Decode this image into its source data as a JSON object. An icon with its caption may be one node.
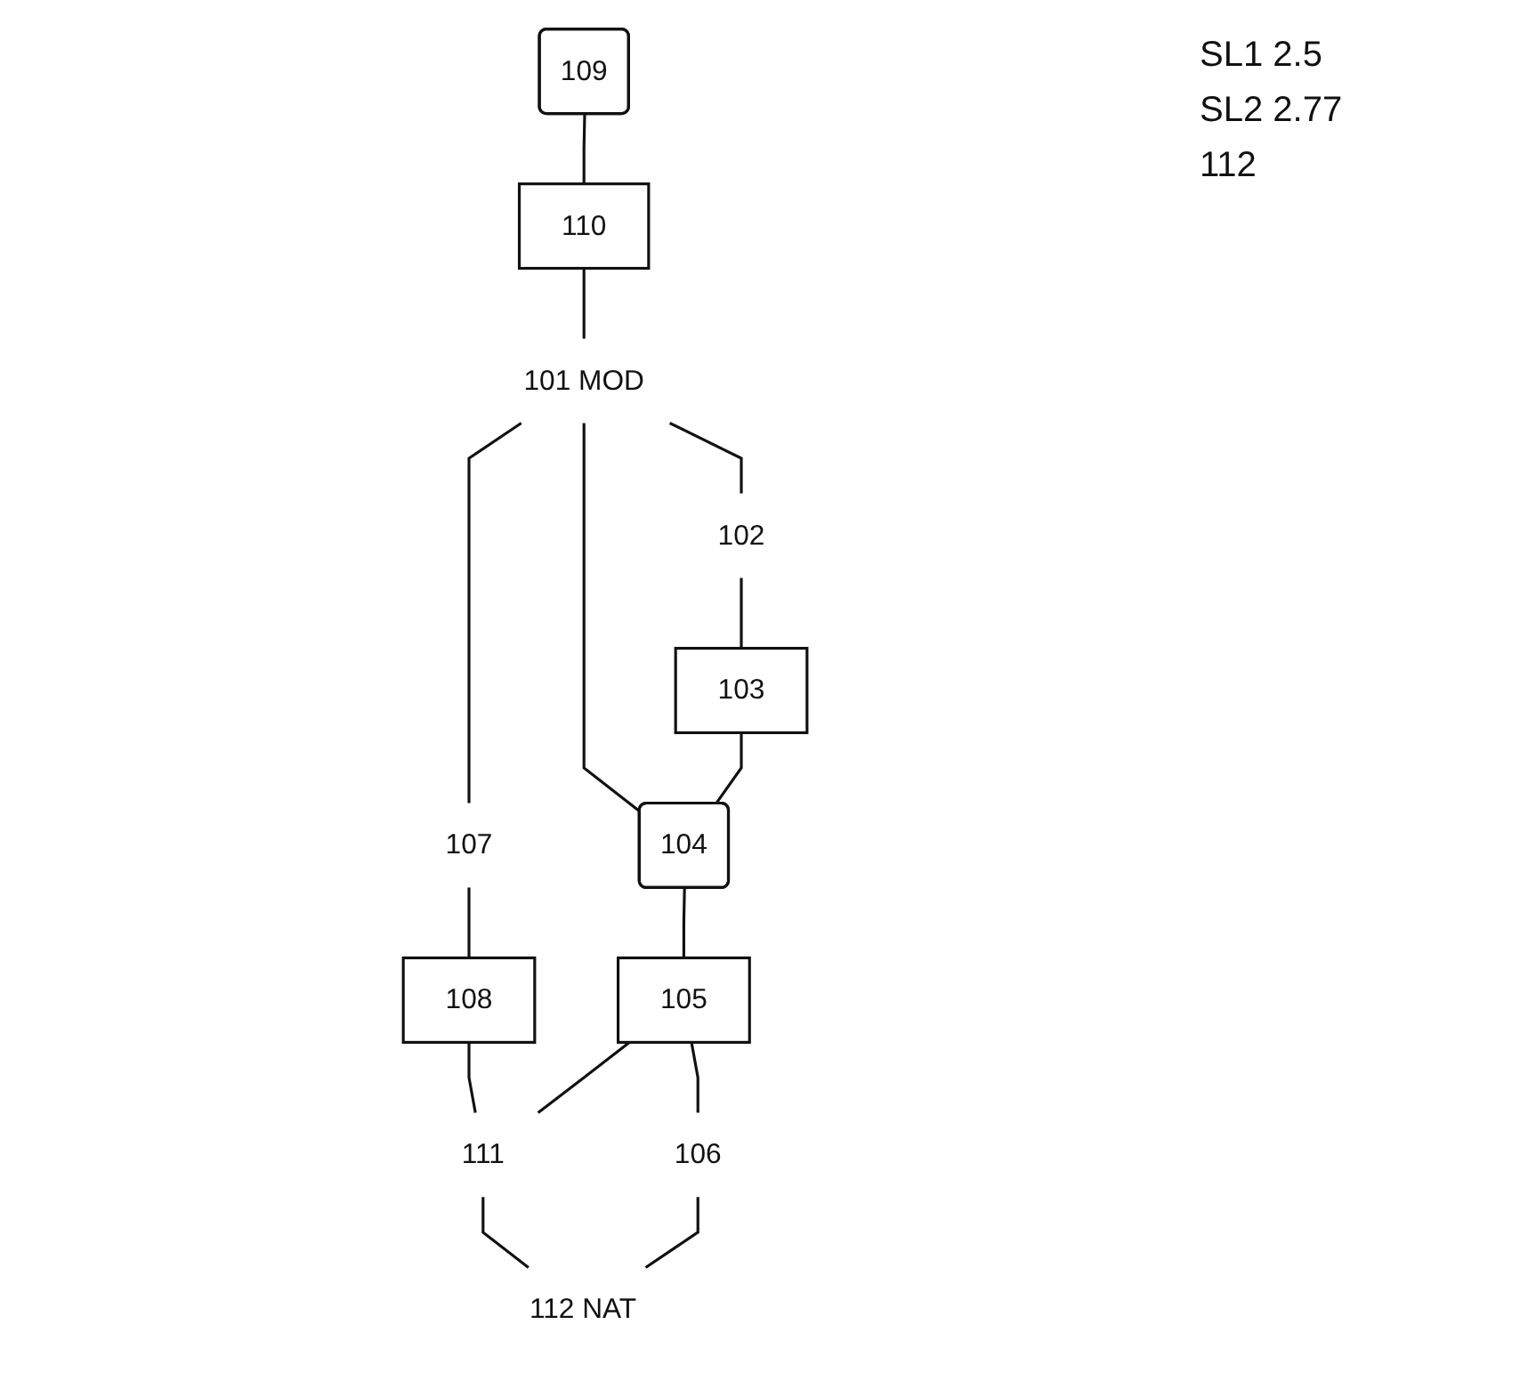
{
  "diagram": {
    "nodes": [
      {
        "text": [
          "109"
        ]
      },
      {
        "text": [
          "110"
        ]
      },
      {
        "text": [
          "101 MOD"
        ]
      },
      {
        "text": [
          "107"
        ]
      },
      {
        "text": [
          "108"
        ]
      },
      {
        "text": [
          "102"
        ]
      },
      {
        "text": [
          "103"
        ]
      },
      {
        "text": [
          "104"
        ]
      },
      {
        "text": [
          "105"
        ]
      },
      {
        "text": [
          "111"
        ]
      },
      {
        "text": [
          "106"
        ]
      },
      {
        "text": [
          "112 NAT"
        ]
      }
    ],
    "edges": [
      {
        "from": 0,
        "to": 1,
        "arrow": "none"
      },
      {
        "from": 1,
        "to": 2,
        "arrow": "none"
      },
      {
        "from": 2,
        "to": 3,
        "arrow": "none"
      },
      {
        "from": 2,
        "to": 5,
        "arrow": "none"
      },
      {
        "from": 2,
        "to": 7,
        "arrow": "none"
      },
      {
        "from": 3,
        "to": 4,
        "arrow": "none"
      },
      {
        "from": 5,
        "to": 6,
        "arrow": "none"
      },
      {
        "from": 6,
        "to": 7,
        "arrow": "none"
      },
      {
        "from": 7,
        "to": 8,
        "arrow": "none"
      },
      {
        "from": 4,
        "to": 9,
        "arrow": "none"
      },
      {
        "from": 8,
        "to": 9,
        "arrow": "none"
      },
      {
        "from": 8,
        "to": 10,
        "arrow": "none"
      },
      {
        "from": 9,
        "to": 11,
        "arrow": "none"
      },
      {
        "from": 10,
        "to": 11,
        "arrow": "none"
      }
    ],
    "labels": [
      "SL1 2.5",
      "SL2 2.77",
      "112"
    ]
  }
}
